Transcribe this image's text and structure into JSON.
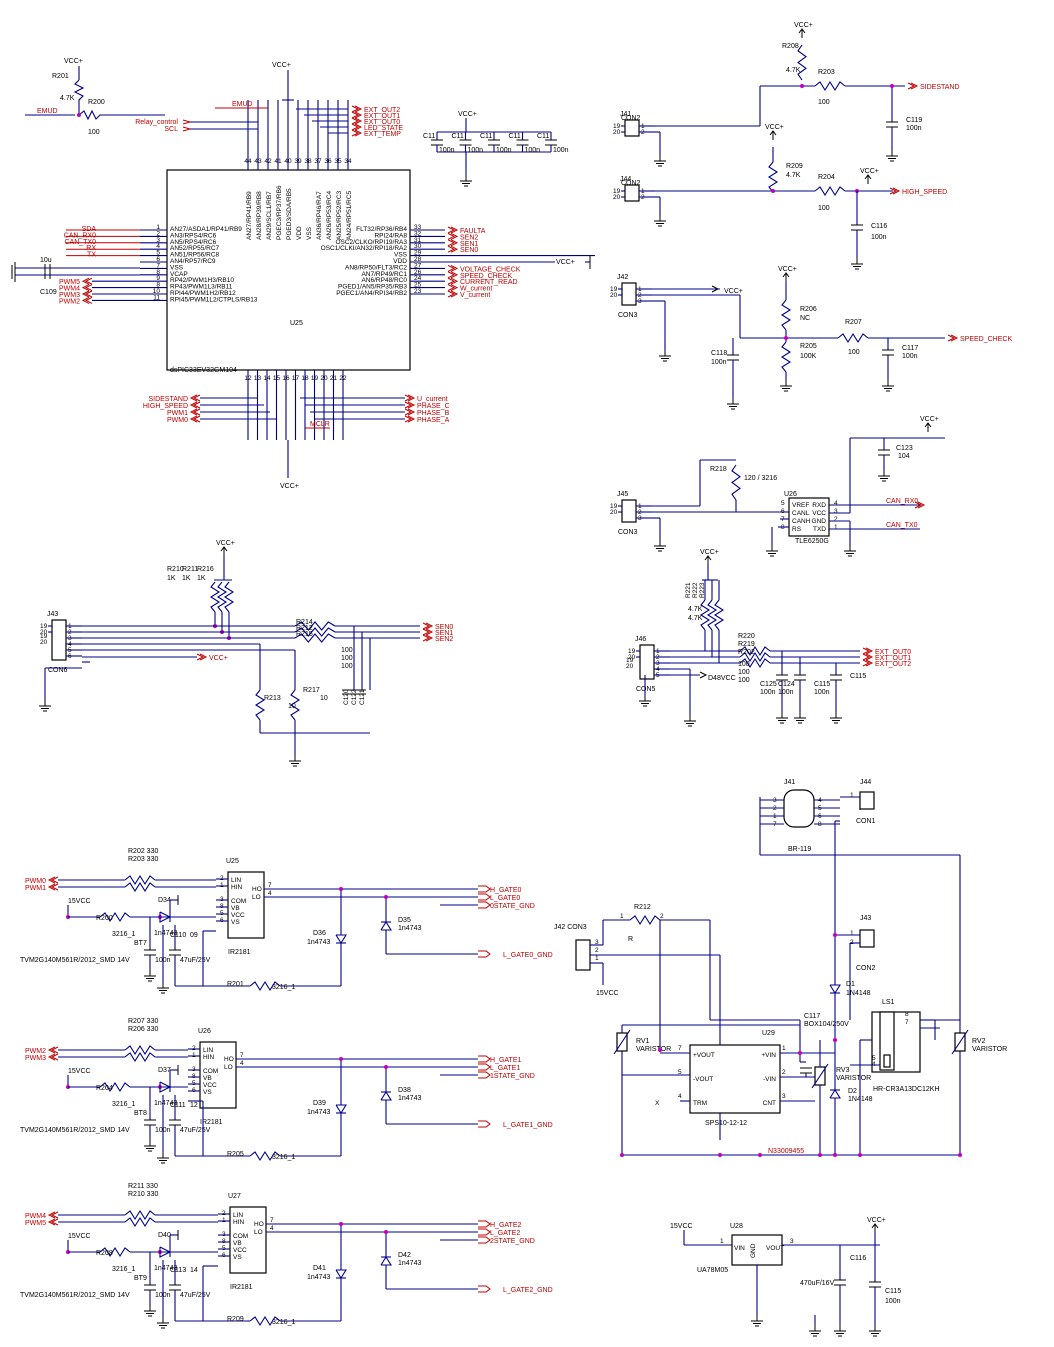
{
  "mcu": {
    "ref": "U25",
    "part": "dsPIC33EV32GM104",
    "left_pins": [
      {
        "num": "1",
        "name": "AN27/ASDA1/RP41/RB9",
        "net": "SDA"
      },
      {
        "num": "2",
        "name": "AN3/RPS4/RC6",
        "net": "CAN_RX0"
      },
      {
        "num": "3",
        "name": "AN5/RPS4/RC6",
        "net": "CAN_TX0"
      },
      {
        "num": "4",
        "name": "AN52/RP55/RC7",
        "net": "RX"
      },
      {
        "num": "5",
        "name": "AN51/RP56/RC8",
        "net": "TX"
      },
      {
        "num": "6",
        "name": "AN4/RP57/RC9",
        "net": ""
      },
      {
        "num": "7",
        "name": "VSS",
        "net": ""
      },
      {
        "num": "8",
        "name": "VCAP",
        "net": ""
      },
      {
        "num": "9",
        "name": "RP42/PWM1H3/RB10",
        "net": "PWM5"
      },
      {
        "num": "8",
        "name": "RP43/PWM1L3/RB11",
        "net": "PWM4"
      },
      {
        "num": "10",
        "name": "RPI44/PWM1H2/RB12",
        "net": "PWM3"
      },
      {
        "num": "11",
        "name": "RPI45/PWM1L2/CTPLS/RB13",
        "net": "PWM2"
      }
    ],
    "right_pins": [
      {
        "num": "33",
        "name": "FLT32/RP36/RB4",
        "net": "FAULTA"
      },
      {
        "num": "32",
        "name": "RPI24/RA8",
        "net": "SEN2"
      },
      {
        "num": "31",
        "name": "OSC2/CLKO/RPI19/RA3",
        "net": "SEN1"
      },
      {
        "num": "30",
        "name": "OSC1/CLKI/AN32/RPI18/RA2",
        "net": "SEN0"
      },
      {
        "num": "29",
        "name": "VSS",
        "net": ""
      },
      {
        "num": "28",
        "name": "VDD",
        "net": "VCC+"
      },
      {
        "num": "27",
        "name": "AN8/RP50/FLT3/RC2",
        "net": "VOLTAGE_CHECK"
      },
      {
        "num": "26",
        "name": "AN7/RP49/RC1",
        "net": "SPEED_CHECK"
      },
      {
        "num": "24",
        "name": "AN6/RP48/RC0",
        "net": "CURRENT_READ"
      },
      {
        "num": "25",
        "name": "PGED1/AN5/RP35/RB3",
        "net": "W_current"
      },
      {
        "num": "23",
        "name": "PGEC1/AN4/RPI34/RB2",
        "net": "V_current"
      }
    ],
    "top_pins": [
      "44",
      "43",
      "42",
      "41",
      "40",
      "39",
      "38",
      "37",
      "36",
      "35",
      "34"
    ],
    "top_nets": [
      "EMUD",
      "EXT_OUT2",
      "EXT_OUT1",
      "EXT_OUT0",
      "LED_STATE",
      "EXT_TEMP"
    ],
    "top_left_nets": [
      "Relay_control",
      "SCL",
      "EMUD"
    ],
    "bottom_pins": [
      "12",
      "13",
      "14",
      "15",
      "16",
      "17",
      "18",
      "19",
      "20",
      "21",
      "22"
    ],
    "bottom_nets_left": [
      "SIDESTAND",
      "HIGH_SPEED",
      "PWM1",
      "PWM0"
    ],
    "bottom_nets_right": [
      "U_current",
      "PHASE_C",
      "PHASE_B",
      "PHASE_A",
      "MCLR"
    ],
    "cap": {
      "ref": "C109",
      "value": "10u"
    }
  },
  "labels": {
    "vcc": "VCC+",
    "vcc15": "15VCC",
    "emu": "EMUD",
    "caps_top": [
      "C11",
      "C11",
      "C11",
      "C11",
      "C11"
    ],
    "cap100n": "100n"
  },
  "connectors": [
    {
      "ref": "J41",
      "type": "CON2"
    },
    {
      "ref": "J44",
      "type": "CON2"
    },
    {
      "ref": "J42",
      "type": "CON3"
    },
    {
      "ref": "J45",
      "type": "CON3"
    },
    {
      "ref": "J46",
      "type": "CON5"
    },
    {
      "ref": "J43",
      "type": "CON6"
    }
  ],
  "right_nets": [
    "SIDESTAND",
    "HIGH_SPEED",
    "SPEED_CHECK",
    "CAN_RX0",
    "CAN_TX0",
    "EXT_OUT0",
    "EXT_OUT1",
    "EXT_OUT2"
  ],
  "resistors_right": [
    {
      "ref": "R208",
      "value": "4.7K"
    },
    {
      "ref": "R203",
      "value": "100"
    },
    {
      "ref": "R209",
      "value": "4.7K"
    },
    {
      "ref": "R204",
      "value": "100"
    },
    {
      "ref": "R206",
      "value": "NC"
    },
    {
      "ref": "R205",
      "value": "100K"
    },
    {
      "ref": "R207",
      "value": "100"
    },
    {
      "ref": "R218",
      "value": "120 / 3216"
    }
  ],
  "can": {
    "ref": "U26",
    "part": "TLE6250G",
    "pins": [
      "VREF",
      "RXD",
      "CANL",
      "VCC",
      "CANH",
      "GND",
      "RS",
      "TXD"
    ],
    "cap": {
      "ref": "C123",
      "value": "104"
    }
  },
  "sen": {
    "resistors": [
      "R210",
      "R211",
      "R216"
    ],
    "values": [
      "1K",
      "1K",
      "1K"
    ],
    "series": [
      "R214",
      "R212",
      "R215"
    ],
    "series_value": "100",
    "nets": [
      "SEN0",
      "SEN1",
      "SEN2"
    ],
    "r213": "R213",
    "r217": "R217",
    "rv": "10",
    "caps": [
      "C120",
      "C122",
      "C121"
    ]
  },
  "ext": {
    "r": [
      "R221",
      "R222",
      "R223"
    ],
    "rv": "4.7K",
    "series": [
      "R220",
      "R219",
      "R202"
    ],
    "sv": "100",
    "caps": [
      {
        "ref": "C125",
        "value": "100n"
      },
      {
        "ref": "C124",
        "value": "100n"
      },
      {
        "ref": "C115",
        "value": "100n"
      }
    ],
    "d48": "D48VCC"
  },
  "drivers": [
    {
      "ref": "U25",
      "part": "IR2181",
      "pwm": [
        "PWM0",
        "PWM1"
      ],
      "rin": [
        {
          "ref": "R202",
          "value": "330"
        },
        {
          "ref": "R203",
          "value": "330"
        }
      ],
      "out": [
        "H_GATE0",
        "L_GATE0",
        "0STATE_GND"
      ],
      "lnet": "L_GATE0_GND",
      "diodes": [
        "D36",
        "D35",
        "D34"
      ],
      "dval": "1n4743",
      "rb": {
        "ref": "R200",
        "value": "3216_1"
      },
      "rl": {
        "ref": "R201",
        "value": "3216_1"
      },
      "bt": "BT7",
      "c1": "C110",
      "c2": "C109",
      "cv1": "100n",
      "cv2": "47uF/25V",
      "tvm": "TVM2G140M561R/2012_SMD 14V"
    },
    {
      "ref": "U26",
      "part": "IR2181",
      "pwm": [
        "PWM2",
        "PWM3"
      ],
      "rin": [
        {
          "ref": "R207",
          "value": "330"
        },
        {
          "ref": "R206",
          "value": "330"
        }
      ],
      "out": [
        "H_GATE1",
        "L_GATE1",
        "1STATE_GND"
      ],
      "lnet": "L_GATE1_GND",
      "diodes": [
        "D39",
        "D38",
        "D37"
      ],
      "dval": "1n4743",
      "rb": {
        "ref": "R204",
        "value": "3216_1"
      },
      "rl": {
        "ref": "R205",
        "value": "3216_1"
      },
      "bt": "BT8",
      "c1": "C111",
      "c2": "C112",
      "cv1": "100n",
      "cv2": "47uF/25V",
      "tvm": "TVM2G140M561R/2012_SMD 14V"
    },
    {
      "ref": "U27",
      "part": "IR2181",
      "pwm": [
        "PWM4",
        "PWM5"
      ],
      "rin": [
        {
          "ref": "R211",
          "value": "330"
        },
        {
          "ref": "R210",
          "value": "330"
        }
      ],
      "out": [
        "H_GATE2",
        "L_GATE2",
        "2STATE_GND"
      ],
      "lnet": "L_GATE2_GND",
      "diodes": [
        "D41",
        "D42",
        "D40"
      ],
      "dval": "1n4743",
      "rb": {
        "ref": "R208",
        "value": "3216_1"
      },
      "rl": {
        "ref": "R209",
        "value": "3216_1"
      },
      "bt": "BT9",
      "c1": "C113",
      "c2": "C114",
      "cv1": "100n",
      "cv2": "47uF/25V",
      "tvm": "TVM2G140M561R/2012_SMD 14V"
    }
  ],
  "power": {
    "j41": "J41",
    "br": "BR-119",
    "j44": "J44",
    "con1": "CON1",
    "j43": "J43",
    "con2": "CON2",
    "j42": "J42 CON3",
    "r212": "R212",
    "rlabel": "R",
    "rv1": "RV1",
    "rv2": "RV2",
    "rv3": "RV3",
    "varistor": "VARISTOR",
    "u29": "U29",
    "u29part": "SPS10-12-12",
    "u29pins": [
      "+VOUT",
      "+VIN",
      "-VOUT",
      "-VIN",
      "TRM",
      "CNT"
    ],
    "c117": "C117",
    "c117v": "BOX104/250V",
    "d1": "D1",
    "d2": "D2",
    "dval": "1N4148",
    "ls1": "LS1",
    "ls1part": "HR-CR3A13DC12KH",
    "n33": "N33009455"
  },
  "reg": {
    "ref": "U28",
    "part": "UA78M05",
    "pins": [
      "VIN",
      "GND",
      "VOUT"
    ],
    "c1": {
      "ref": "C116",
      "value": "470uF/16V"
    },
    "c2": {
      "ref": "C115",
      "value": "100n"
    }
  }
}
